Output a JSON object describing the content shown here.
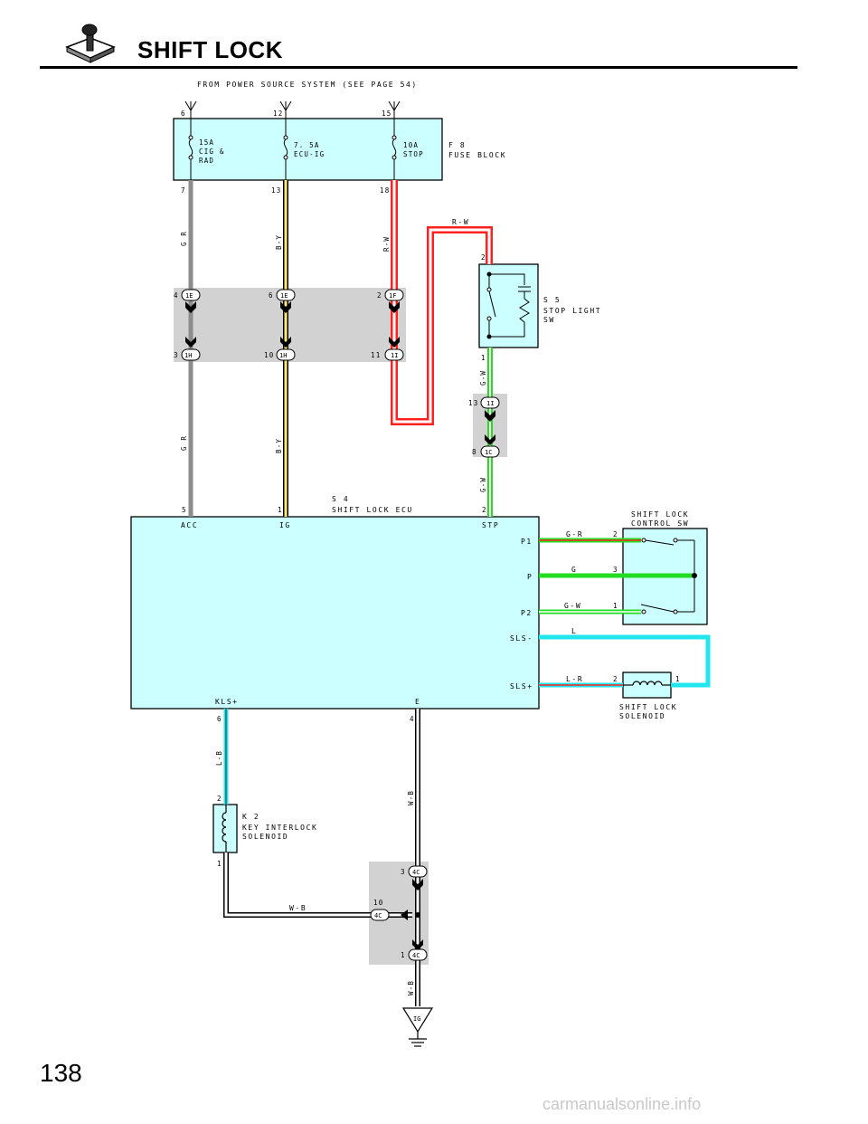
{
  "header": {
    "title": "SHIFT LOCK",
    "page_number": "138"
  },
  "watermark": "carmanualsonline.info",
  "power_source": "FROM POWER SOURCE SYSTEM (SEE PAGE 54)",
  "fuse_block": {
    "name": "F 8",
    "label": "FUSE BLOCK",
    "fuses": [
      {
        "in_pin": "6",
        "out_pin": "7",
        "line1": "15A",
        "line2": "CIG &",
        "line3": "RAD"
      },
      {
        "in_pin": "12",
        "out_pin": "13",
        "line1": "7. 5A",
        "line2": "ECU-IG",
        "line3": ""
      },
      {
        "in_pin": "15",
        "out_pin": "18",
        "line1": "10A",
        "line2": "STOP",
        "line3": ""
      }
    ]
  },
  "wires": {
    "gr_upper": "G R",
    "by_upper": "B-Y",
    "rw_upper": "R-W",
    "rw_top": "R-W",
    "gr_lower": "G R",
    "by_lower": "B-Y",
    "gw_upper": "G-W",
    "gw_lower": "G-W",
    "lb": "L-B",
    "wb_right": "W-B",
    "wb_mid": "W-B",
    "wb_bottom": "W-B",
    "p1": "G-R",
    "p": "G",
    "p2": "G-W",
    "sls_minus": "L",
    "sls_plus": "L-R"
  },
  "connectors": {
    "c1e_a": {
      "id": "1E",
      "pin": "4"
    },
    "c1e_b": {
      "id": "1E",
      "pin": "6"
    },
    "c1f": {
      "id": "1F",
      "pin": "2"
    },
    "c1h_a": {
      "id": "1H",
      "pin": "3"
    },
    "c1h_b": {
      "id": "1H",
      "pin": "10"
    },
    "c1i_a": {
      "id": "1I",
      "pin": "11"
    },
    "c1i_b": {
      "id": "1I",
      "pin": "13"
    },
    "c1c": {
      "id": "1C",
      "pin": "8"
    },
    "c4c_a": {
      "id": "4C",
      "pin": "3"
    },
    "c4c_b": {
      "id": "4C",
      "pin": "10"
    },
    "c4c_c": {
      "id": "4C",
      "pin": "1"
    }
  },
  "stop_light_sw": {
    "name": "S 5",
    "line1": "STOP LIGHT",
    "line2": "SW",
    "pin_top": "2",
    "pin_bottom": "1"
  },
  "ecu": {
    "name": "S 4",
    "label": "SHIFT LOCK ECU",
    "pins_top": {
      "acc_num": "5",
      "acc": "ACC",
      "ig_num": "1",
      "ig": "IG",
      "stp_num": "2",
      "stp": "STP"
    },
    "pins_right": {
      "p1": "P1",
      "p": "P",
      "p2": "P2",
      "sls_minus": "SLS-",
      "sls_plus": "SLS+"
    },
    "pins_bottom": {
      "kls": "KLS+",
      "kls_num": "6",
      "e": "E",
      "e_num": "4"
    }
  },
  "control_sw": {
    "line1": "SHIFT LOCK",
    "line2": "CONTROL SW",
    "pin_p1": "2",
    "pin_p": "3",
    "pin_p2": "1"
  },
  "solenoid": {
    "line1": "SHIFT LOCK",
    "line2": "SOLENOID",
    "pin_left": "2",
    "pin_right": "1"
  },
  "key_interlock": {
    "name": "K 2",
    "line1": "KEY INTERLOCK",
    "line2": "SOLENOID",
    "pin_top": "2",
    "pin_bottom": "1"
  },
  "ground": "IG",
  "colors": {
    "component_fill": "#ccffff",
    "junction_shade": "#d2d2d2",
    "gray_wire": "#8c8c8c",
    "yellow_wire": "#ffe77a",
    "red_wire": "#ff2020",
    "green_wire": "#22dd22",
    "cyan_wire": "#22e6ee"
  }
}
